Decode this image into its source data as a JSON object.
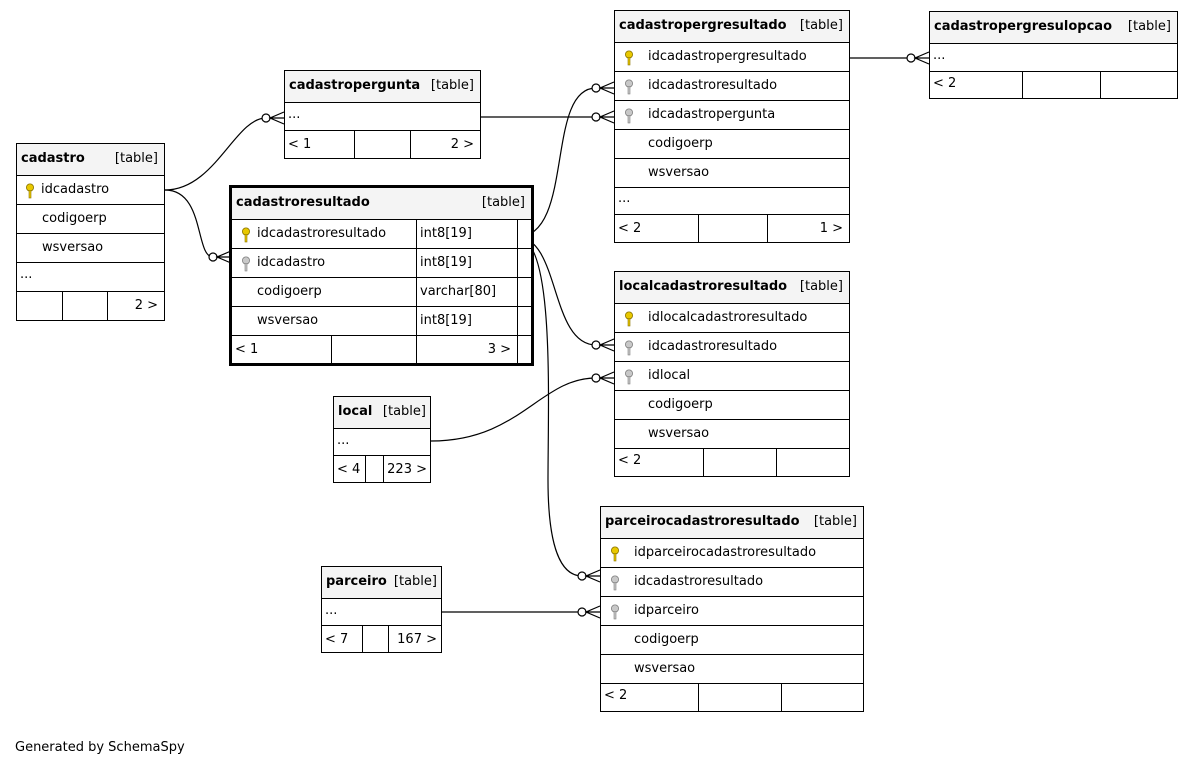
{
  "footer": {
    "text": "Generated by SchemaSpy"
  },
  "tables": {
    "cadastro": {
      "name": "cadastro",
      "type": "[table]",
      "columns": [
        {
          "name": "idcadastro",
          "key": "pk"
        },
        {
          "name": "codigoerp",
          "key": ""
        },
        {
          "name": "wsversao",
          "key": ""
        }
      ],
      "ellipsis": "...",
      "footer": {
        "left": "",
        "right": "2 >"
      }
    },
    "cadastropergunta": {
      "name": "cadastropergunta",
      "type": "[table]",
      "ellipsis": "...",
      "footer": {
        "left": "< 1",
        "right": "2 >"
      }
    },
    "cadastroresultado": {
      "name": "cadastroresultado",
      "type": "[table]",
      "columns": [
        {
          "name": "idcadastroresultado",
          "key": "pk",
          "type": "int8[19]"
        },
        {
          "name": "idcadastro",
          "key": "fk",
          "type": "int8[19]"
        },
        {
          "name": "codigoerp",
          "key": "",
          "type": "varchar[80]"
        },
        {
          "name": "wsversao",
          "key": "",
          "type": "int8[19]"
        }
      ],
      "footer": {
        "left": "< 1",
        "right": "3 >"
      }
    },
    "local": {
      "name": "local",
      "type": "[table]",
      "ellipsis": "...",
      "footer": {
        "left": "< 4",
        "right": "223 >"
      }
    },
    "parceiro": {
      "name": "parceiro",
      "type": "[table]",
      "ellipsis": "...",
      "footer": {
        "left": "< 7",
        "right": "167 >"
      }
    },
    "cadastropergresultado": {
      "name": "cadastropergresultado",
      "type": "[table]",
      "columns": [
        {
          "name": "idcadastropergresultado",
          "key": "pk"
        },
        {
          "name": "idcadastroresultado",
          "key": "fk"
        },
        {
          "name": "idcadastropergunta",
          "key": "fk"
        },
        {
          "name": "codigoerp",
          "key": ""
        },
        {
          "name": "wsversao",
          "key": ""
        }
      ],
      "ellipsis": "...",
      "footer": {
        "left": "< 2",
        "right": "1 >"
      }
    },
    "cadastropergresulopcao": {
      "name": "cadastropergresulopcao",
      "type": "[table]",
      "ellipsis": "...",
      "footer": {
        "left": "< 2",
        "right": ""
      }
    },
    "localcadastroresultado": {
      "name": "localcadastroresultado",
      "type": "[table]",
      "columns": [
        {
          "name": "idlocalcadastroresultado",
          "key": "pk"
        },
        {
          "name": "idcadastroresultado",
          "key": "fk"
        },
        {
          "name": "idlocal",
          "key": "fk"
        },
        {
          "name": "codigoerp",
          "key": ""
        },
        {
          "name": "wsversao",
          "key": ""
        }
      ],
      "footer": {
        "left": "< 2",
        "right": ""
      }
    },
    "parceirocadastroresultado": {
      "name": "parceirocadastroresultado",
      "type": "[table]",
      "columns": [
        {
          "name": "idparceirocadastroresultado",
          "key": "pk"
        },
        {
          "name": "idcadastroresultado",
          "key": "fk"
        },
        {
          "name": "idparceiro",
          "key": "fk"
        },
        {
          "name": "codigoerp",
          "key": ""
        },
        {
          "name": "wsversao",
          "key": ""
        }
      ],
      "footer": {
        "left": "< 2",
        "right": ""
      }
    }
  }
}
